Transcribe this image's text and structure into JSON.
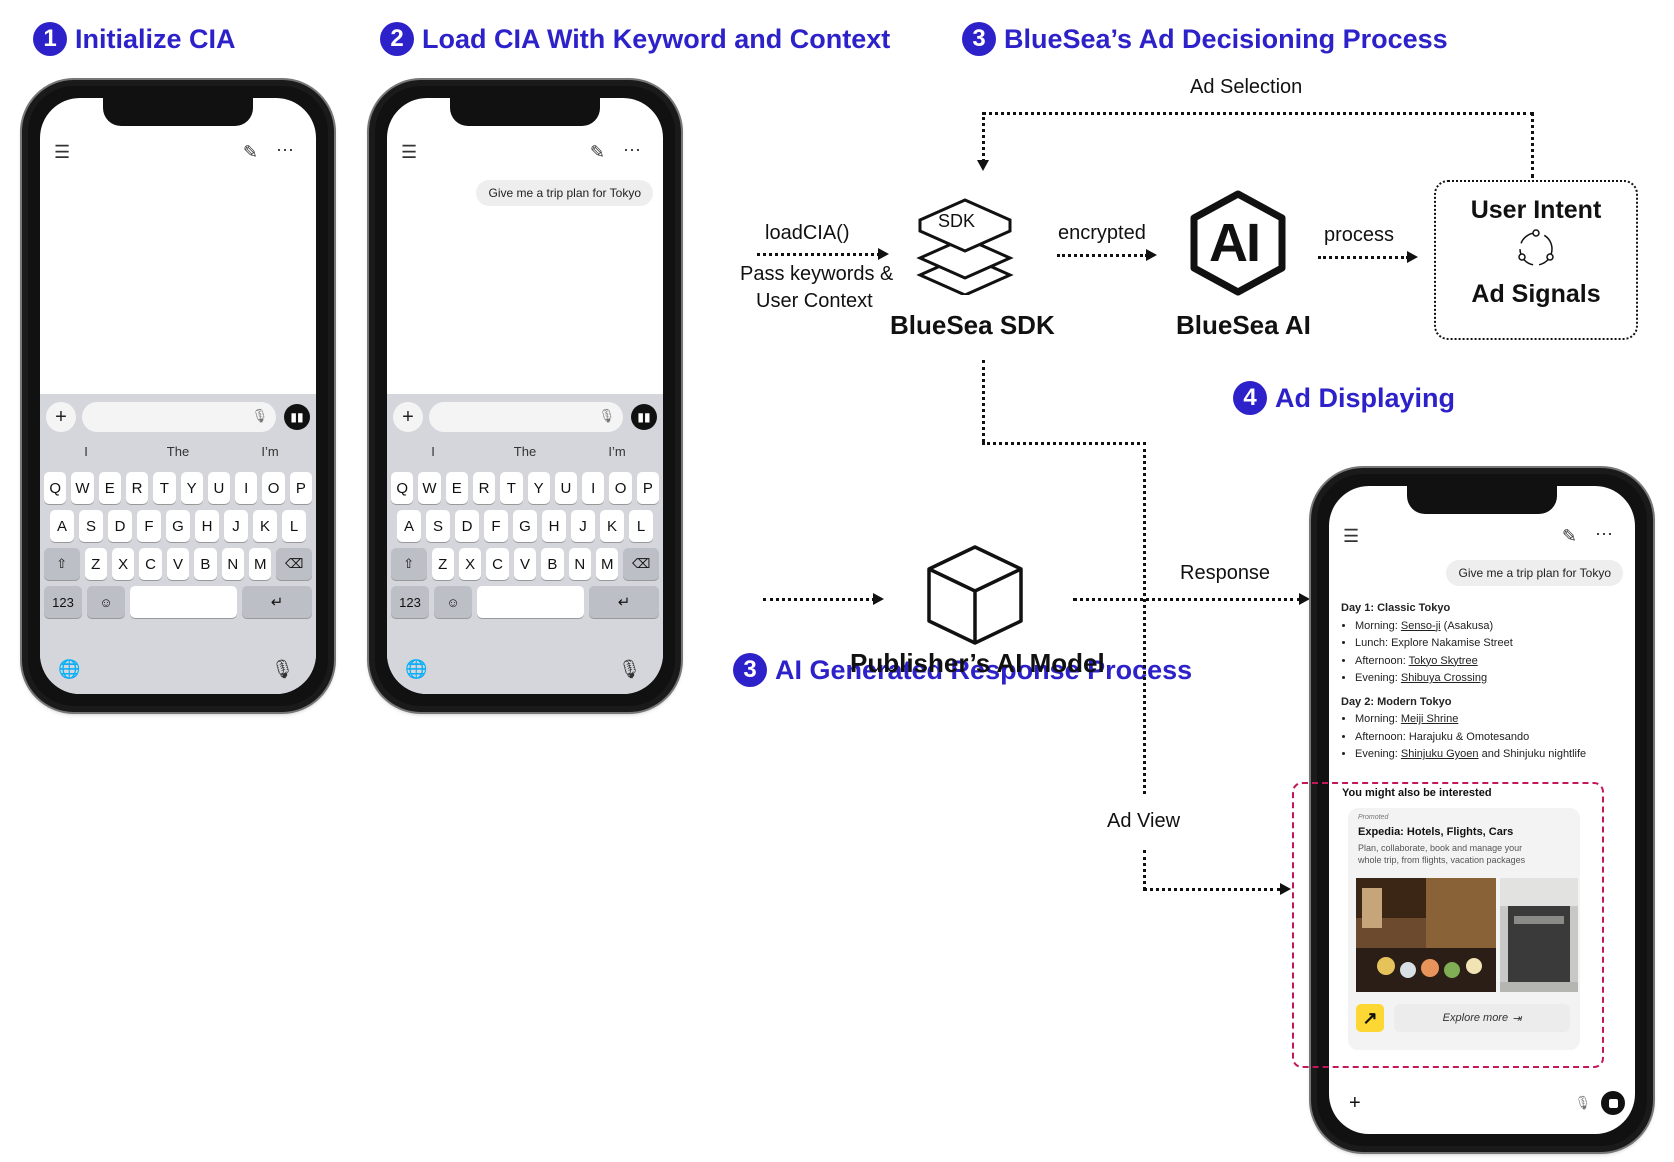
{
  "steps": {
    "s1": {
      "num": "1",
      "label": "Initialize CIA"
    },
    "s2": {
      "num": "2",
      "label": "Load CIA With Keyword and Context"
    },
    "s3a": {
      "num": "3",
      "label": "BlueSea’s Ad Decisioning Process"
    },
    "s3b": {
      "num": "3",
      "label": "AI Generated Response Process"
    },
    "s4": {
      "num": "4",
      "label": "Ad Displaying"
    }
  },
  "flow": {
    "ad_selection": "Ad Selection",
    "loadcia": "loadCIA()",
    "pass_keywords": "Pass keywords &",
    "user_context": "User Context",
    "encrypted": "encrypted",
    "process": "process",
    "response": "Response",
    "ad_view": "Ad View"
  },
  "nodes": {
    "sdk_badge": "SDK",
    "sdk": "BlueSea SDK",
    "ai_badge": "AI",
    "ai": "BlueSea AI",
    "user_intent": "User Intent",
    "ad_signals": "Ad Signals",
    "publisher_model": "Publisher’s AI Model"
  },
  "phone": {
    "prompt": "Give me a trip plan for Tokyo",
    "suggestions": [
      "I",
      "The",
      "I’m"
    ],
    "row1": [
      "Q",
      "W",
      "E",
      "R",
      "T",
      "Y",
      "U",
      "I",
      "O",
      "P"
    ],
    "row2": [
      "A",
      "S",
      "D",
      "F",
      "G",
      "H",
      "J",
      "K",
      "L"
    ],
    "row3": [
      "Z",
      "X",
      "C",
      "V",
      "B",
      "N",
      "M"
    ],
    "num_key": "123"
  },
  "answer": {
    "day1_title": "Day 1: Classic Tokyo",
    "day1": [
      {
        "pre": "Morning: ",
        "link": "Senso-ji",
        "post": " (Asakusa)"
      },
      {
        "pre": "Lunch: Explore Nakamise Street",
        "link": "",
        "post": ""
      },
      {
        "pre": "Afternoon: ",
        "link": "Tokyo Skytree",
        "post": ""
      },
      {
        "pre": "Evening: ",
        "link": "Shibuya Crossing",
        "post": ""
      }
    ],
    "day2_title": "Day 2: Modern Tokyo",
    "day2": [
      {
        "pre": "Morning: ",
        "link": "Meiji Shrine",
        "post": ""
      },
      {
        "pre": "Afternoon: Harajuku & Omotesando",
        "link": "",
        "post": ""
      },
      {
        "pre": "Evening: ",
        "link": "Shinjuku Gyoen",
        "post": " and Shinjuku nightlife"
      }
    ]
  },
  "ad": {
    "interest": "You might also be interested",
    "promoted": "Promoted",
    "title": "Expedia: Hotels, Flights, Cars",
    "desc1": "Plan, collaborate, book and manage your",
    "desc2": "whole trip, from flights, vacation packages",
    "cta": "Explore more"
  },
  "colors": {
    "accent": "#2d22c9",
    "ad_border": "#c2185b"
  }
}
